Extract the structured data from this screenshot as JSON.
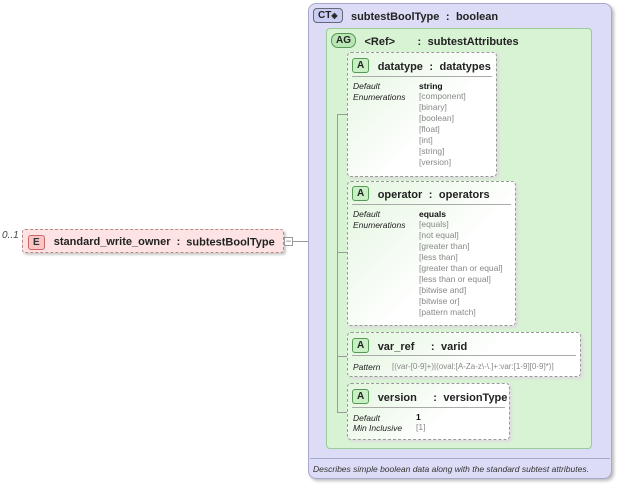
{
  "element": {
    "multiplicity": "0..1",
    "badge": "E",
    "name": "standard_write_owner",
    "type": "subtestBoolType"
  },
  "complex_type": {
    "badge": "CT",
    "name": "subtestBoolType",
    "base": "boolean",
    "documentation": "Describes simple boolean data along with the standard subtest attributes."
  },
  "attribute_group": {
    "badge": "AG",
    "name": "<Ref>",
    "ref": "subtestAttributes"
  },
  "attributes": {
    "datatype": {
      "badge": "A",
      "name": "datatype",
      "type": "datatypes",
      "default_label": "Default",
      "default_value": "string",
      "enum_label": "Enumerations",
      "enumerations": [
        "[component]",
        "[binary]",
        "[boolean]",
        "[float]",
        "[int]",
        "[string]",
        "[version]"
      ]
    },
    "operator": {
      "badge": "A",
      "name": "operator",
      "type": "operators",
      "default_label": "Default",
      "default_value": "equals",
      "enum_label": "Enumerations",
      "enumerations": [
        "[equals]",
        "[not equal]",
        "[greater than]",
        "[less than]",
        "[greater than or equal]",
        "[less than or equal]",
        "[bitwise and]",
        "[bitwise or]",
        "[pattern match]"
      ]
    },
    "var_ref": {
      "badge": "A",
      "name": "var_ref",
      "type": "varid",
      "pattern_label": "Pattern",
      "pattern_value": "[(var-[0-9]+)|(oval:[A-Za-z\\-\\.]+:var:[1-9][0-9]*)]"
    },
    "version": {
      "badge": "A",
      "name": "version",
      "type": "versionType",
      "default_label": "Default",
      "default_value": "1",
      "min_label": "Min Inclusive",
      "min_value": "[1]"
    }
  },
  "symbols": {
    "colon": ":",
    "expander": "−"
  }
}
